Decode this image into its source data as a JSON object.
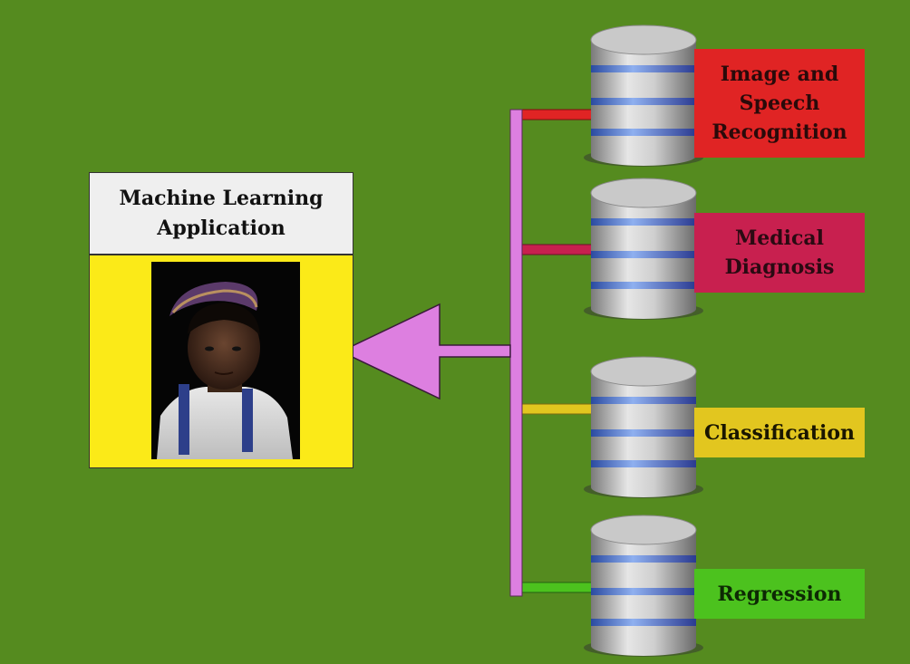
{
  "app": {
    "title_lines": [
      "Machine Learning",
      "Application"
    ]
  },
  "applications": [
    {
      "lines": [
        "Image and",
        "Speech",
        "Recognition"
      ],
      "color": "#e02424",
      "text_color": "#2a0a0a"
    },
    {
      "lines": [
        "Medical",
        "Diagnosis"
      ],
      "color": "#c8204f",
      "text_color": "#2a0a12"
    },
    {
      "lines": [
        "Classification"
      ],
      "color": "#e2c61f",
      "text_color": "#1a1600"
    },
    {
      "lines": [
        "Regression"
      ],
      "color": "#4cc21e",
      "text_color": "#0d2a04"
    }
  ],
  "colors": {
    "background": "#558b1f",
    "connector": "#dd7fe0",
    "title_bg": "#efefef",
    "photo_frame": "#fbea18"
  },
  "icons": {
    "database": "database-cylinder-icon",
    "arrow": "arrow-left-icon"
  }
}
